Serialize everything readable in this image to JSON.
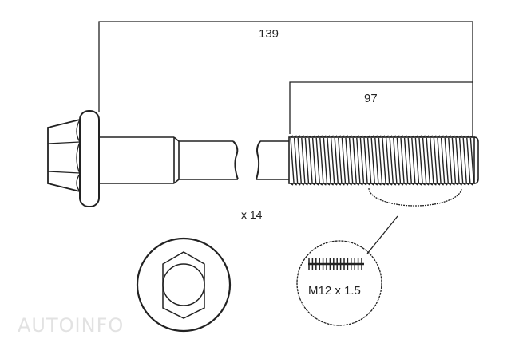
{
  "dimensions": {
    "overall_length": "139",
    "thread_length": "97"
  },
  "quantity": "x 14",
  "thread_spec": "M12 x 1.5",
  "watermark": "AUTOINFO",
  "colors": {
    "line": "#222222",
    "watermark": "#e2e2e2"
  }
}
